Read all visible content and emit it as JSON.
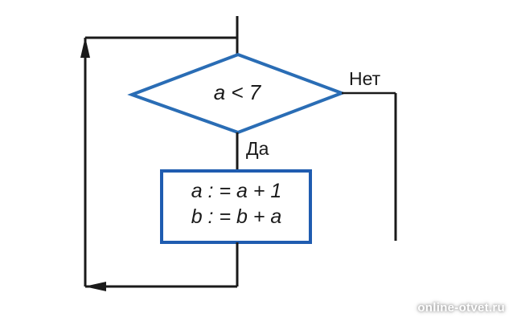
{
  "flowchart": {
    "condition": {
      "text": "a < 7",
      "yes_label": "Да",
      "no_label": "Нет"
    },
    "process": {
      "lines": [
        "a : = a + 1",
        "b : = b + a"
      ]
    },
    "colors": {
      "line": "#1a1a1a",
      "diamond_stroke": "#2a6db5",
      "box_stroke": "#1f5cb0",
      "shape_fill": "#ffffff"
    }
  },
  "watermark": {
    "text": "online-otvet.ru"
  }
}
